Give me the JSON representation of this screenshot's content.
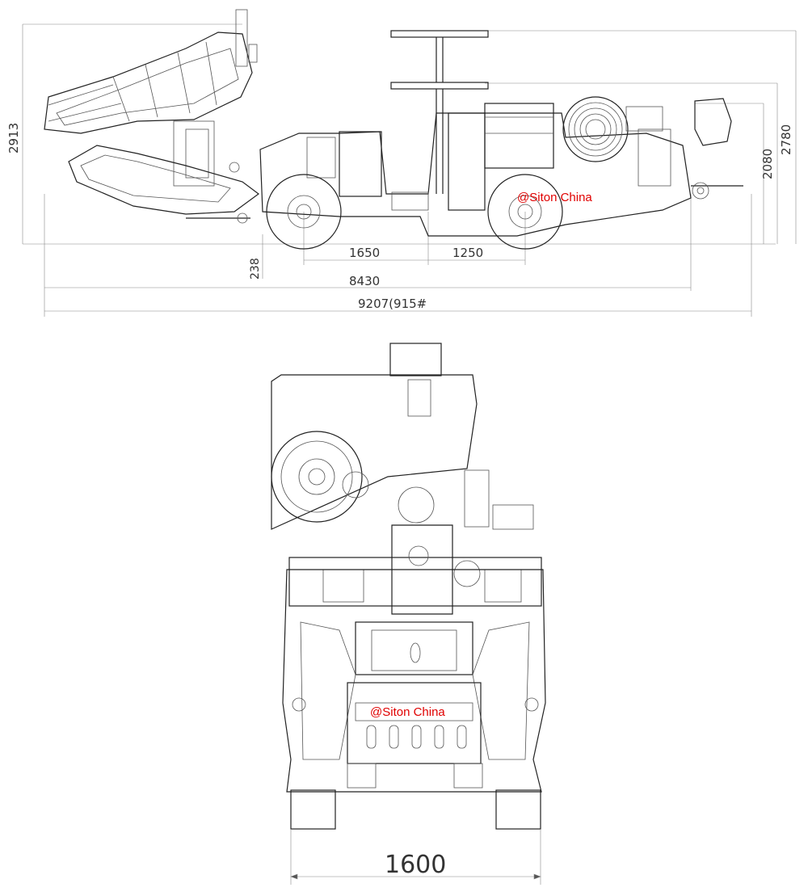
{
  "side_view": {
    "dimensions": {
      "height_overall": "2913",
      "height_canopy": "2780",
      "height_body": "2080",
      "ground_clearance": "238",
      "wheel_front_to_mid": "1650",
      "wheel_mid_to_rear": "1250",
      "length_body": "8430",
      "length_overall": "9207(915#"
    },
    "watermark": "@Siton China"
  },
  "front_view": {
    "dimensions": {
      "track_width": "1600"
    },
    "watermark": "@Siton China"
  },
  "colors": {
    "line": "#222222",
    "watermark": "#e00000",
    "background": "#ffffff"
  }
}
